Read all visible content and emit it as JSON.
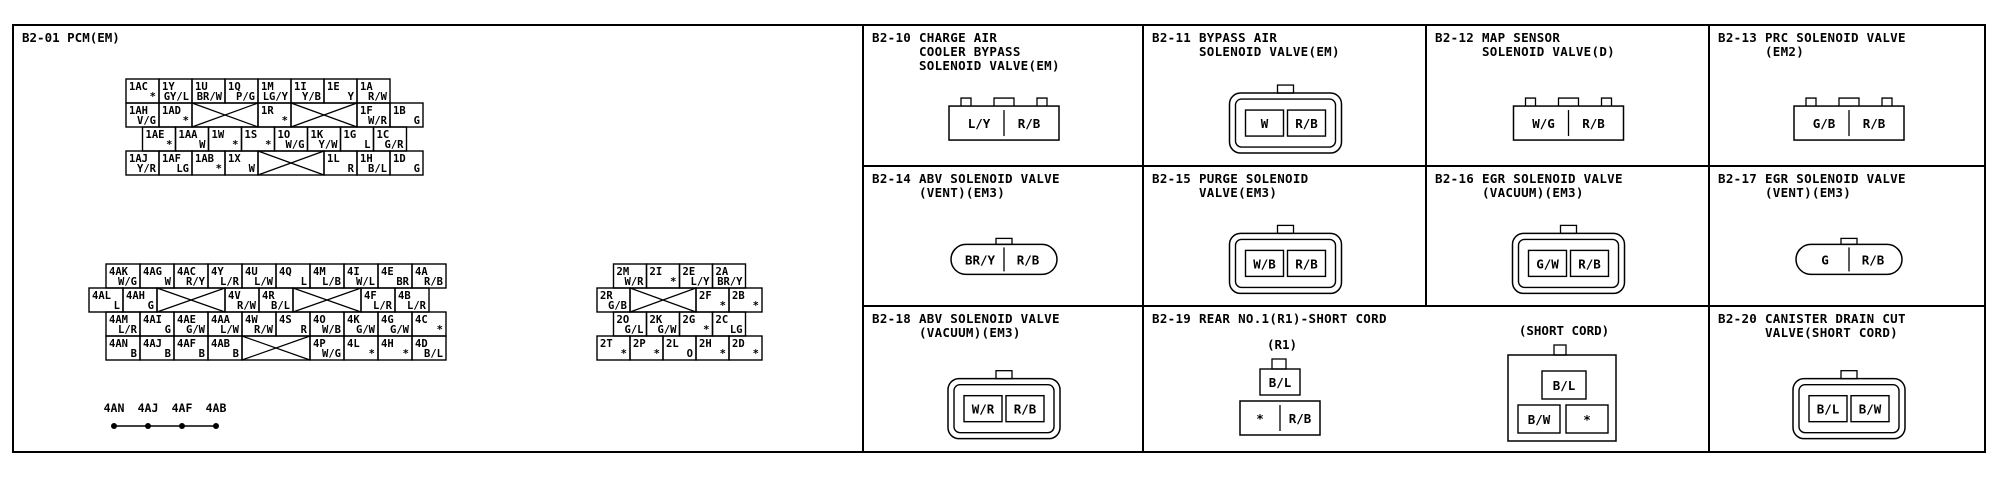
{
  "pcm": {
    "title": "B2-01 PCM(EM)",
    "block1": [
      {
        "cells": [
          [
            "1AC",
            "*"
          ],
          [
            "1Y",
            "GY/L"
          ],
          [
            "1U",
            "BR/W"
          ],
          [
            "1Q",
            "P/G"
          ],
          [
            "1M",
            "LG/Y"
          ],
          [
            "1I",
            "Y/B"
          ],
          [
            "1E",
            "Y"
          ],
          [
            "1A",
            "R/W"
          ]
        ]
      },
      {
        "cells": [
          [
            "1AH",
            "V/G"
          ],
          [
            "1AD",
            "*"
          ],
          "X",
          [
            "1R",
            "*"
          ],
          "X",
          [
            "1F",
            "W/R"
          ],
          [
            "1B",
            "G"
          ]
        ]
      },
      {
        "cells": [
          [
            "1AE",
            "*"
          ],
          [
            "1AA",
            "W"
          ],
          [
            "1W",
            "*"
          ],
          [
            "1S",
            "*"
          ],
          [
            "1O",
            "W/G"
          ],
          [
            "1K",
            "Y/W"
          ],
          [
            "1G",
            "L"
          ],
          [
            "1C",
            "G/R"
          ]
        ]
      },
      {
        "cells": [
          [
            "1AJ",
            "Y/R"
          ],
          [
            "1AF",
            "LG"
          ],
          [
            "1AB",
            "*"
          ],
          [
            "1X",
            "W"
          ],
          "X",
          [
            "1L",
            "R"
          ],
          [
            "1H",
            "B/L"
          ],
          [
            "1D",
            "G"
          ]
        ]
      }
    ],
    "block2": [
      {
        "cells": [
          [
            "4AK",
            "W/G"
          ],
          [
            "4AG",
            "W"
          ],
          [
            "4AC",
            "R/Y"
          ],
          [
            "4Y",
            "L/R"
          ],
          [
            "4U",
            "L/W"
          ],
          [
            "4Q",
            "L"
          ],
          [
            "4M",
            "L/B"
          ],
          [
            "4I",
            "W/L"
          ],
          [
            "4E",
            "BR"
          ],
          [
            "4A",
            "R/B"
          ]
        ]
      },
      {
        "cells": [
          [
            "4AL",
            "L"
          ],
          [
            "4AH",
            "G"
          ],
          "X",
          [
            "4V",
            "R/W"
          ],
          [
            "4R",
            "B/L"
          ],
          "X",
          [
            "4F",
            "L/R"
          ],
          [
            "4B",
            "L/R"
          ]
        ]
      },
      {
        "cells": [
          [
            "4AM",
            "L/R"
          ],
          [
            "4AI",
            "G"
          ],
          [
            "4AE",
            "G/W"
          ],
          [
            "4AA",
            "L/W"
          ],
          [
            "4W",
            "R/W"
          ],
          [
            "4S",
            "R"
          ],
          [
            "4O",
            "W/B"
          ],
          [
            "4K",
            "G/W"
          ],
          [
            "4G",
            "G/W"
          ],
          [
            "4C",
            "*"
          ]
        ]
      },
      {
        "cells": [
          [
            "4AN",
            "B"
          ],
          [
            "4AJ",
            "B"
          ],
          [
            "4AF",
            "B"
          ],
          [
            "4AB",
            "B"
          ],
          "X",
          [
            "4P",
            "W/G"
          ],
          [
            "4L",
            "*"
          ],
          [
            "4H",
            "*"
          ],
          [
            "4D",
            "B/L"
          ]
        ]
      }
    ],
    "block3": [
      {
        "cells": [
          [
            "2M",
            "W/R"
          ],
          [
            "2I",
            "*"
          ],
          [
            "2E",
            "L/Y"
          ],
          [
            "2A",
            "BR/Y"
          ]
        ]
      },
      {
        "cells": [
          [
            "2R",
            "G/B"
          ],
          "X",
          [
            "2F",
            "*"
          ],
          [
            "2B",
            "*"
          ]
        ]
      },
      {
        "cells": [
          [
            "2O",
            "G/L"
          ],
          [
            "2K",
            "G/W"
          ],
          [
            "2G",
            "*"
          ],
          [
            "2C",
            "LG"
          ]
        ]
      },
      {
        "cells": [
          [
            "2T",
            "*"
          ],
          [
            "2P",
            "*"
          ],
          [
            "2L",
            "O"
          ],
          [
            "2H",
            "*"
          ],
          [
            "2D",
            "*"
          ]
        ]
      }
    ],
    "ground_labels": [
      "4AN",
      "4AJ",
      "4AF",
      "4AB"
    ]
  },
  "connectors": [
    {
      "id": "B2-10",
      "title": "B2-10 CHARGE AIR\n      COOLER BYPASS\n      SOLENOID VALVE(EM)",
      "pins": [
        "L/Y",
        "R/B"
      ],
      "style": "flat"
    },
    {
      "id": "B2-11",
      "title": "B2-11 BYPASS AIR\n      SOLENOID VALVE(EM)",
      "pins": [
        "W",
        "R/B"
      ],
      "style": "boxed"
    },
    {
      "id": "B2-12",
      "title": "B2-12 MAP SENSOR\n      SOLENOID VALVE(D)",
      "pins": [
        "W/G",
        "R/B"
      ],
      "style": "flat"
    },
    {
      "id": "B2-13",
      "title": "B2-13 PRC SOLENOID VALVE\n      (EM2)",
      "pins": [
        "G/B",
        "R/B"
      ],
      "style": "flat"
    },
    {
      "id": "B2-14",
      "title": "B2-14 ABV SOLENOID VALVE\n      (VENT)(EM3)",
      "pins": [
        "BR/Y",
        "R/B"
      ],
      "style": "oval"
    },
    {
      "id": "B2-15",
      "title": "B2-15 PURGE SOLENOID\n      VALVE(EM3)",
      "pins": [
        "W/B",
        "R/B"
      ],
      "style": "boxed"
    },
    {
      "id": "B2-16",
      "title": "B2-16 EGR SOLENOID VALVE\n      (VACUUM)(EM3)",
      "pins": [
        "G/W",
        "R/B"
      ],
      "style": "boxed"
    },
    {
      "id": "B2-17",
      "title": "B2-17 EGR SOLENOID VALVE\n      (VENT)(EM3)",
      "pins": [
        "G",
        "R/B"
      ],
      "style": "oval"
    },
    {
      "id": "B2-18",
      "title": "B2-18 ABV SOLENOID VALVE\n      (VACUUM)(EM3)",
      "pins": [
        "W/R",
        "R/B"
      ],
      "style": "boxed"
    },
    {
      "id": "B2-19",
      "title": "B2-19 REAR NO.1(R1)-SHORT CORD",
      "sub_r1": "(R1)",
      "sub_short": "(SHORT CORD)",
      "r1_pins": [
        "B/L",
        "*",
        "R/B"
      ],
      "short_pins": [
        "B/L",
        "B/W",
        "*"
      ],
      "style": "special"
    },
    {
      "id": "B2-20",
      "title": "B2-20 CANISTER DRAIN CUT\n      VALVE(SHORT CORD)",
      "pins": [
        "B/L",
        "B/W"
      ],
      "style": "boxed"
    }
  ]
}
